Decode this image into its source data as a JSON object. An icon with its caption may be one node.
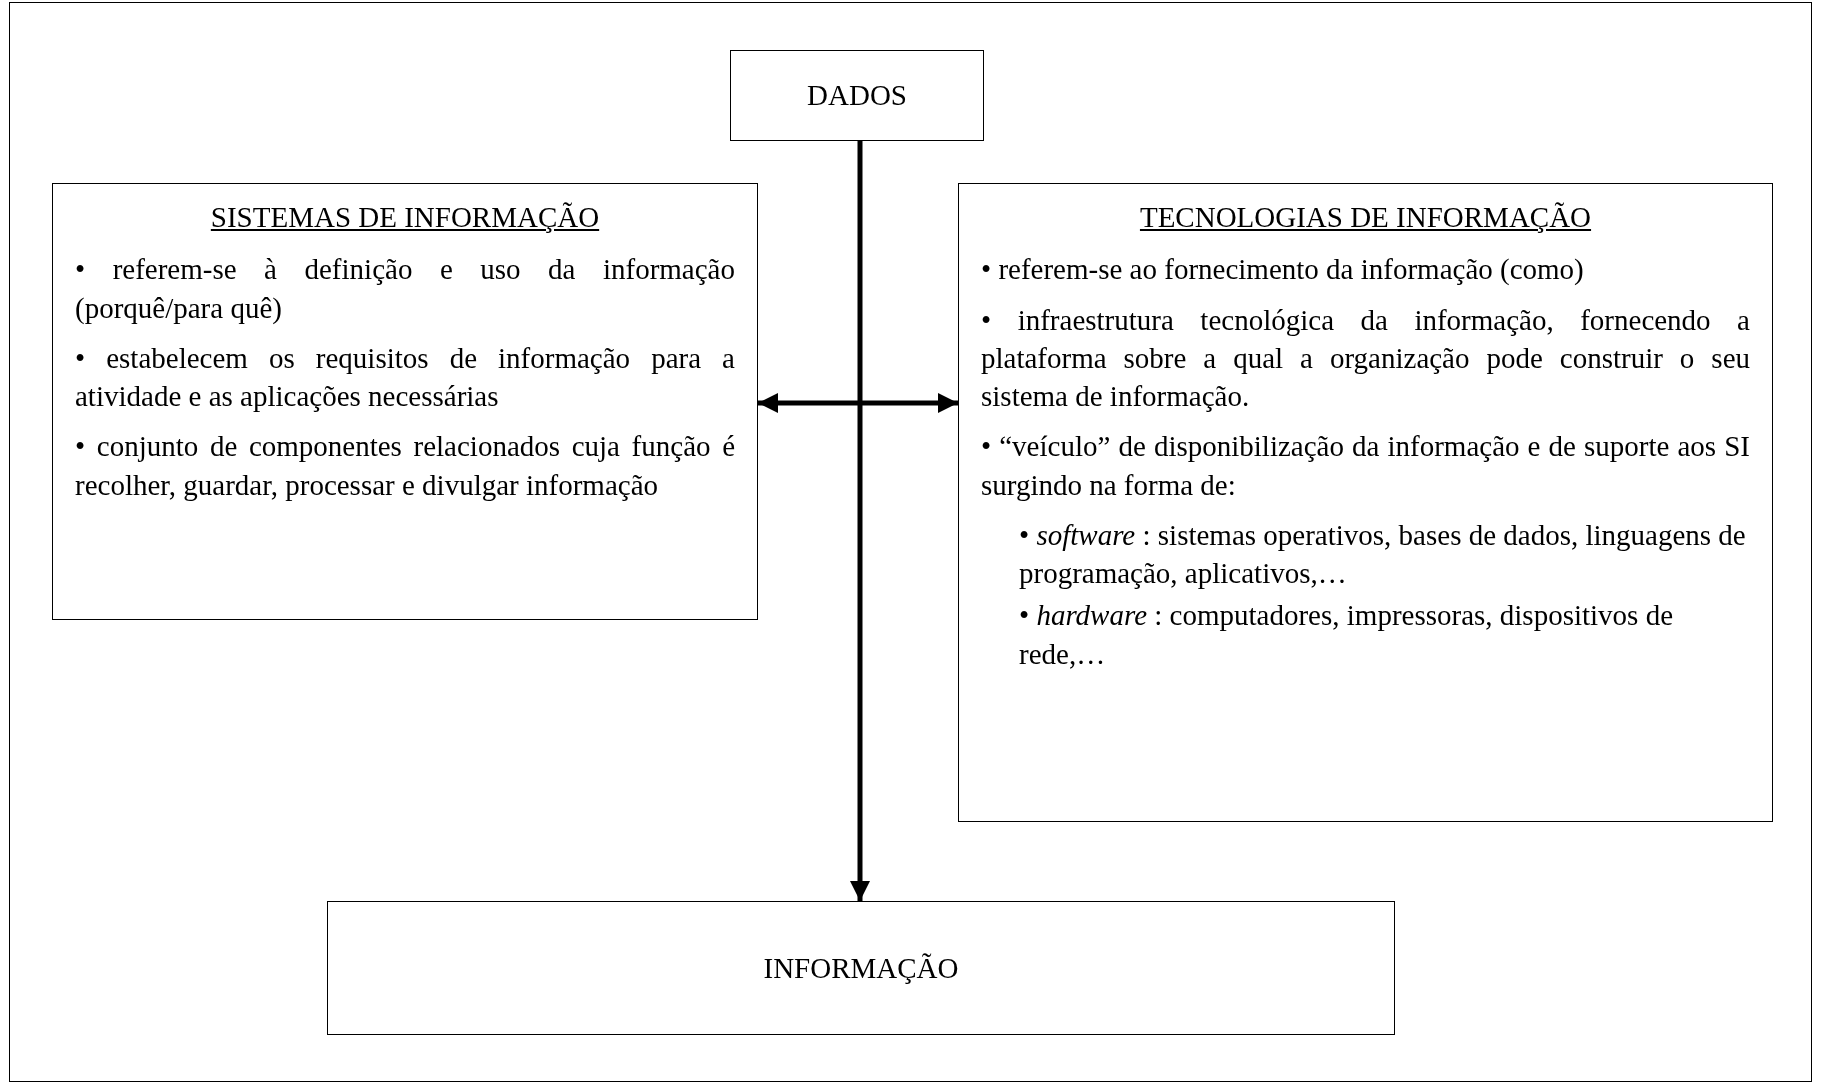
{
  "diagram": {
    "nodes": [
      {
        "text": [
          "DADOS"
        ]
      },
      {
        "text": [
          "SISTEMAS DE INFORMAÇÃO",
          "• referem-se à definição e uso da informação (porquê/para quê)",
          "• estabelecem os requisitos de informação para a atividade e as aplicações necessárias",
          "• conjunto de componentes relacionados cuja função é recolher, guardar, processar e divulgar informação"
        ]
      },
      {
        "text": [
          "TECNOLOGIAS DE INFORMAÇÃO",
          "• referem-se ao fornecimento da informação (como)",
          "• infraestrutura tecnológica da informação, fornecendo a plataforma sobre a qual a organização pode construir o seu sistema de informação.",
          "• “veículo” de disponibilização da informação e de suporte aos SI surgindo na forma de:",
          "• *software* : sistemas operativos, bases de dados, linguagens de programação, aplicativos,…",
          "• *hardware* : computadores, impressoras, dispositivos de rede,…"
        ]
      },
      {
        "text": [
          "INFORMAÇÃO"
        ]
      }
    ],
    "edges": [
      {
        "from": 0,
        "to": 3,
        "arrow": "to"
      },
      {
        "from": 1,
        "to": 2,
        "arrow": "both"
      }
    ]
  }
}
